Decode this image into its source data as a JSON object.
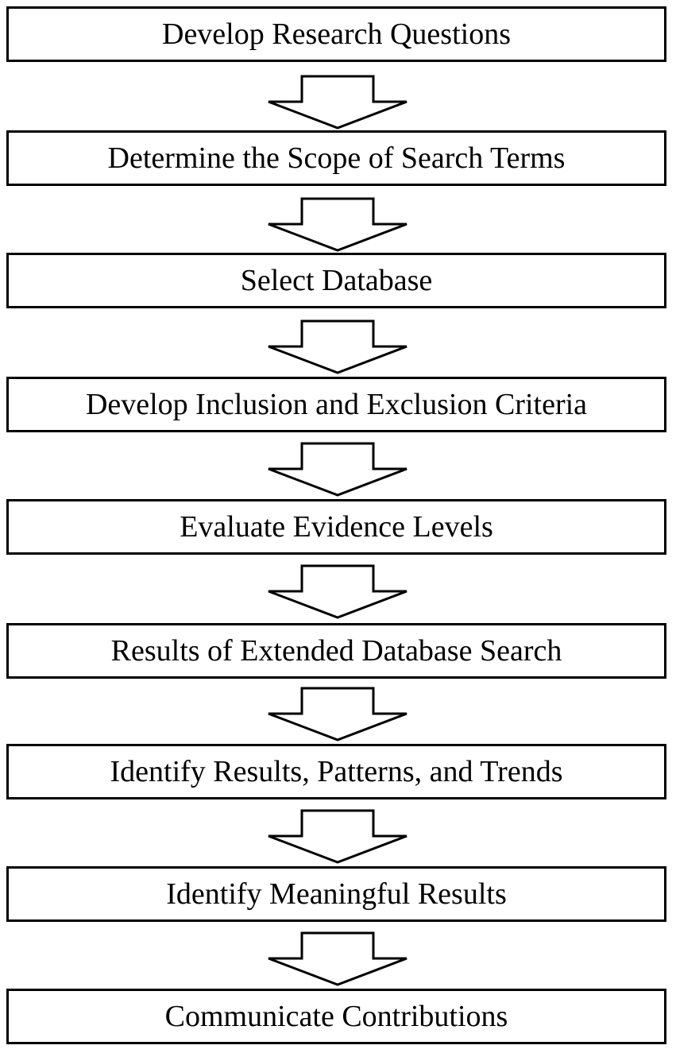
{
  "flowchart": {
    "steps": [
      {
        "label": "Develop Research Questions"
      },
      {
        "label": "Determine the Scope of Search Terms"
      },
      {
        "label": "Select Database"
      },
      {
        "label": "Develop Inclusion and Exclusion Criteria"
      },
      {
        "label": "Evaluate Evidence Levels"
      },
      {
        "label": "Results of Extended Database Search"
      },
      {
        "label": "Identify Results, Patterns, and Trends"
      },
      {
        "label": "Identify Meaningful Results"
      },
      {
        "label": "Communicate Contributions"
      }
    ]
  },
  "colors": {
    "stroke": "#000000",
    "fill": "#ffffff"
  },
  "icons": {
    "connector": "hollow-down-arrow-icon"
  }
}
